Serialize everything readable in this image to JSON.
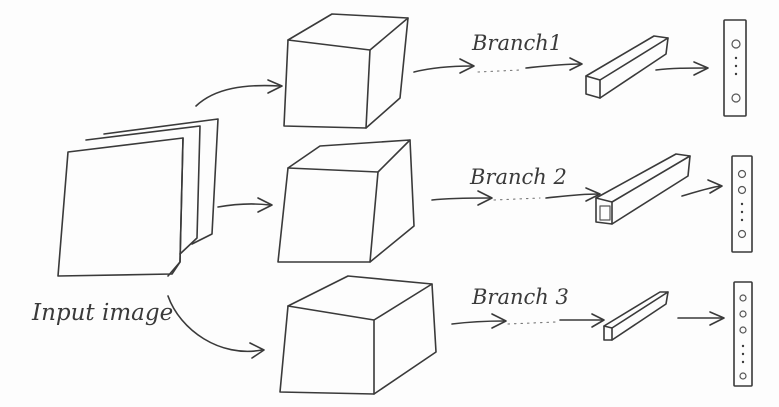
{
  "diagram": {
    "input_label": "Input image",
    "branches": [
      {
        "label": "Branch1"
      },
      {
        "label": "Branch 2"
      },
      {
        "label": "Branch 3"
      }
    ],
    "ink_color": "#3a3a3a",
    "background_color": "#fdfdfd"
  }
}
